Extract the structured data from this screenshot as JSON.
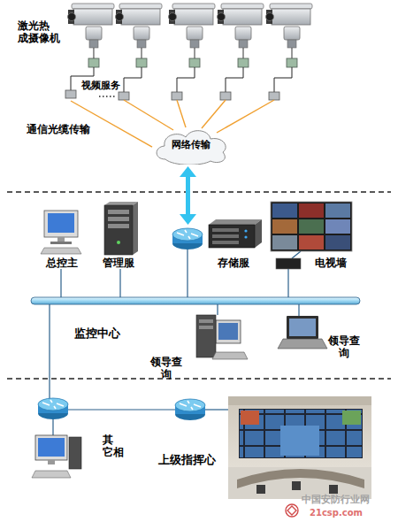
{
  "diagram": {
    "nodes": [
      {
        "text": [
          "激光热 成摄像机"
        ]
      },
      {
        "text": [
          "视频服务"
        ]
      },
      {
        "text": [
          "网络传输"
        ]
      },
      {
        "text": [
          "总控主"
        ]
      },
      {
        "text": [
          "管理服"
        ]
      },
      {
        "text": [
          "存储服"
        ]
      },
      {
        "text": [
          "电视墙"
        ]
      },
      {
        "text": [
          "领导查 询"
        ]
      },
      {
        "text": [
          "领导查 询"
        ]
      },
      {
        "text": [
          "其 它相"
        ]
      },
      {
        "text": [
          "上级指挥心"
        ]
      }
    ],
    "edges": [
      {
        "from": 0,
        "to": 1,
        "arrow": "none"
      },
      {
        "from": 1,
        "to": 2,
        "arrow": "none"
      }
    ],
    "labels": [
      "通信光缆传输",
      "监控中心",
      "中国安防行业网",
      "21csp.com"
    ]
  }
}
